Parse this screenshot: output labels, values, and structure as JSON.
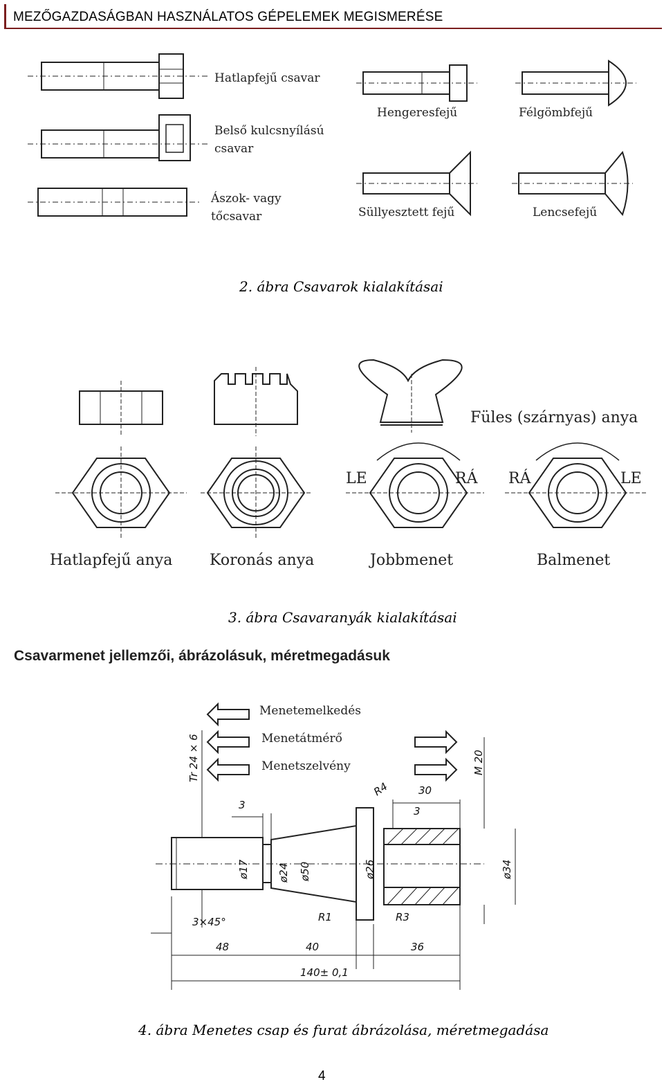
{
  "header": {
    "title": "MEZŐGAZDASÁGBAN HASZNÁLATOS GÉPELEMEK MEGISMERÉSE"
  },
  "figure2": {
    "labels": {
      "hex_bolt": "Hatlapfejű csavar",
      "socket_l1": "Belső kulcsnyílású",
      "socket_l2": "csavar",
      "stud_l1": "Ászok- vagy",
      "stud_l2": "tőcsavar",
      "cheese": "Hengeresfejű",
      "round": "Félgömbfejű",
      "countersunk": "Süllyesztett fejű",
      "raised": "Lencsefejű"
    },
    "caption": "2. ábra Csavarok kialakításai"
  },
  "figure3": {
    "labels": {
      "hex_nut": "Hatlapfejű anya",
      "castle_nut": "Koronás anya",
      "right_thread": "Jobbmenet",
      "left_thread": "Balmenet",
      "wing_nut": "Füles (szárnyas) anya",
      "le1": "LE",
      "ra1": "RÁ",
      "ra2": "RÁ",
      "le2": "LE"
    },
    "caption": "3. ábra Csavaranyák kialakításai"
  },
  "section": {
    "title": "Csavarmenet jellemzői, ábrázolásuk, méretmegadásuk"
  },
  "figure4": {
    "legend": {
      "pitch": "Menetemelkedés",
      "diameter": "Menetátmérő",
      "profile": "Menetszelvény"
    },
    "dims": {
      "tr": "Tr  24 × 6",
      "m20": "M 20",
      "d3a": "3",
      "r4": "R4",
      "d30": "30",
      "d3b": "3",
      "phi17": "ø17",
      "phi24": "ø24",
      "phi50": "ø50",
      "phi26": "ø26",
      "phi34": "ø34",
      "r1": "R1",
      "r3": "R3",
      "chamfer": "3×45°",
      "d48": "48",
      "d40": "40",
      "d36": "36",
      "total": "140± 0,1"
    },
    "caption": "4. ábra Menetes csap és furat ábrázolása, méretmegadása"
  },
  "page": {
    "number": "4"
  }
}
